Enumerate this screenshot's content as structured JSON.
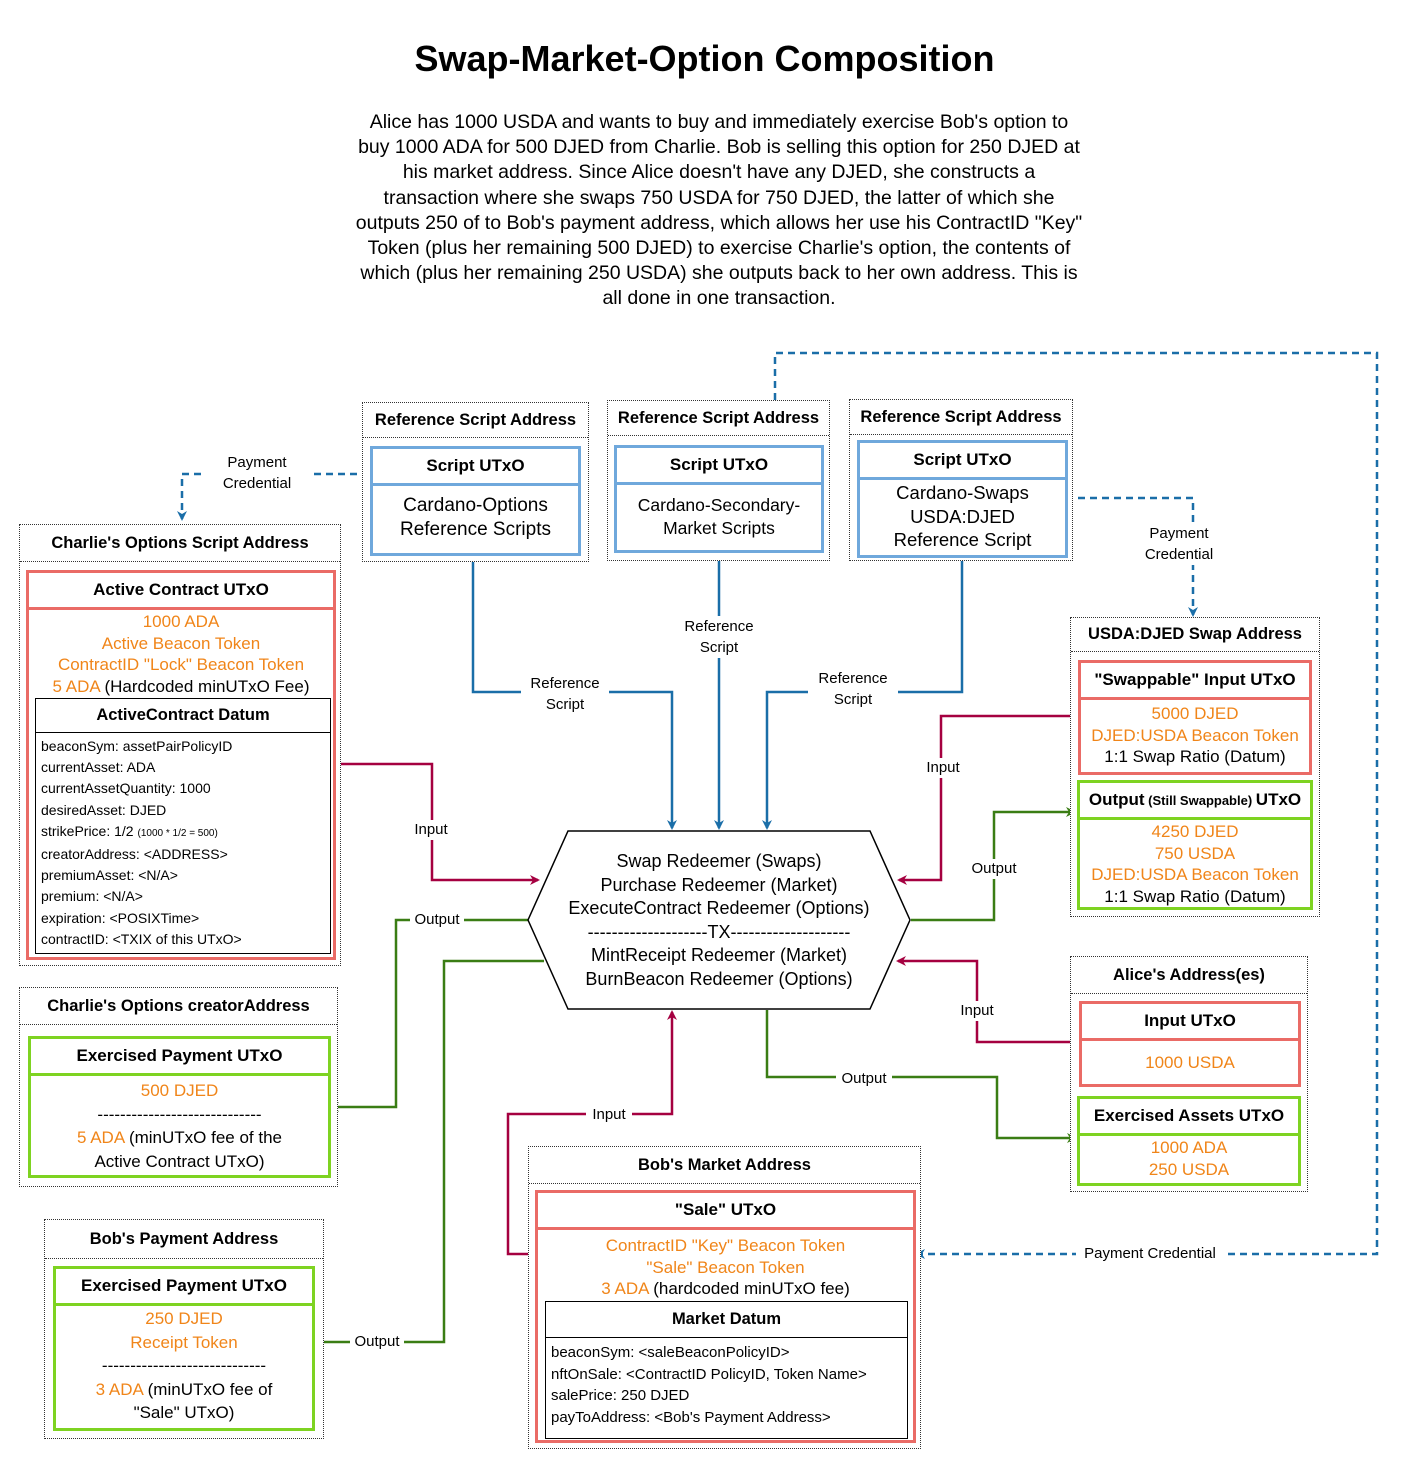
{
  "title": "Swap-Market-Option Composition",
  "description": "Alice has 1000 USDA and wants to buy and immediately exercise Bob's option to buy 1000 ADA for 500 DJED from Charlie. Bob is selling this option for 250 DJED at his market address. Since Alice doesn't have any DJED, she constructs a transaction where she swaps 750 USDA for 750 DJED, the latter of which she outputs 250 of to Bob's payment address, which allows her use his ContractID \"Key\" Token (plus her remaining 500 DJED) to exercise Charlie's option, the contents of which (plus her remaining 250 USDA) she outputs back to her own address. This is all done in one transaction.",
  "ref_scripts": [
    {
      "region": "Reference Script Address",
      "box": "Script UTxO",
      "line1": "Cardano-Options",
      "line2": "Reference Scripts",
      "line3": ""
    },
    {
      "region": "Reference Script Address",
      "box": "Script UTxO",
      "line1": "Cardano-Secondary-",
      "line2": "Market Scripts",
      "line3": ""
    },
    {
      "region": "Reference Script Address",
      "box": "Script UTxO",
      "line1": "Cardano-Swaps",
      "line2": "USDA:DJED",
      "line3": "Reference Script"
    }
  ],
  "charlie_options": {
    "region": "Charlie's Options Script Address",
    "box": "Active Contract UTxO",
    "assets": [
      "1000 ADA",
      "Active Beacon Token",
      "ContractID \"Lock\" Beacon Token"
    ],
    "fee_amount": "5 ADA",
    "fee_note": " (Hardcoded minUTxO Fee)",
    "datum_title": "ActiveContract Datum",
    "datum": {
      "beaconSym": "beaconSym: assetPairPolicyID",
      "currentAsset": "currentAsset: ADA",
      "currentAssetQuantity": "currentAssetQuantity: 1000",
      "desiredAsset": "desiredAsset: DJED",
      "strikePrice": "strikePrice: 1/2",
      "strikePrice_note": "(1000 * 1/2 = 500)",
      "creatorAddress": "creatorAddress: <ADDRESS>",
      "premiumAsset": "premiumAsset: <N/A>",
      "premium": "premium: <N/A>",
      "expiration": "expiration: <POSIXTime>",
      "contractID": "contractID: <TXIX of this UTxO>"
    }
  },
  "charlie_creator": {
    "region": "Charlie's Options creatorAddress",
    "box": "Exercised Payment UTxO",
    "amount": "500 DJED",
    "separator": "-----------------------------",
    "fee_amount": "5 ADA",
    "fee_note_1": " (minUTxO fee of the",
    "fee_note_2": "Active Contract UTxO)"
  },
  "bob_payment": {
    "region": "Bob's Payment Address",
    "box": "Exercised Payment UTxO",
    "amount": "250 DJED",
    "receipt": "Receipt Token",
    "separator": "-----------------------------",
    "fee_amount": "3 ADA",
    "fee_note_1": " (minUTxO fee of",
    "fee_note_2": "\"Sale\" UTxO)"
  },
  "bob_market": {
    "region": "Bob's Market Address",
    "box": "\"Sale\" UTxO",
    "assets": [
      "ContractID \"Key\" Beacon Token",
      "\"Sale\" Beacon Token"
    ],
    "fee_amount": "3 ADA",
    "fee_note": " (hardcoded minUTxO fee)",
    "datum_title": "Market Datum",
    "datum": {
      "beaconSym": "beaconSym: <saleBeaconPolicyID>",
      "nftOnSale": "nftOnSale: <ContractID PolicyID, Token Name>",
      "salePrice": "salePrice: 250 DJED",
      "payToAddress": "payToAddress: <Bob's Payment Address>"
    }
  },
  "swap_address": {
    "region": "USDA:DJED Swap Address",
    "input_box": "\"Swappable\" Input UTxO",
    "input_assets": [
      "5000 DJED",
      "DJED:USDA Beacon Token"
    ],
    "input_datum": "1:1 Swap Ratio (Datum)",
    "output_box_1": "Output",
    "output_box_2": " (Still Swappable) ",
    "output_box_3": "UTxO",
    "output_assets": [
      "4250 DJED",
      "750 USDA",
      "DJED:USDA Beacon Token"
    ],
    "output_datum": "1:1 Swap Ratio (Datum)"
  },
  "alice": {
    "region": "Alice's Address(es)",
    "input_box": "Input UTxO",
    "input_amount": "1000 USDA",
    "output_box": "Exercised Assets UTxO",
    "output_assets": [
      "1000 ADA",
      "250 USDA"
    ]
  },
  "tx": {
    "lines": [
      "Swap Redeemer (Swaps)",
      "Purchase Redeemer (Market)",
      "ExecuteContract Redeemer (Options)",
      "--------------------TX--------------------",
      "MintReceipt Redeemer (Market)",
      "BurnBeacon Redeemer (Options)"
    ]
  },
  "labels": {
    "input": "Input",
    "output": "Output",
    "reference_1": "Reference",
    "reference_2": "Script",
    "payment_1": "Payment",
    "payment_2": "Credential",
    "payment_credential": "Payment Credential"
  },
  "colors": {
    "input_arrow": "#a50040",
    "output_arrow": "#3a7d14",
    "reference_arrow": "#1a6ea8",
    "red_box": "#ea6b66",
    "green_box": "#7ed321",
    "blue_box": "#6fa8dc",
    "asset_text": "#f08519"
  }
}
